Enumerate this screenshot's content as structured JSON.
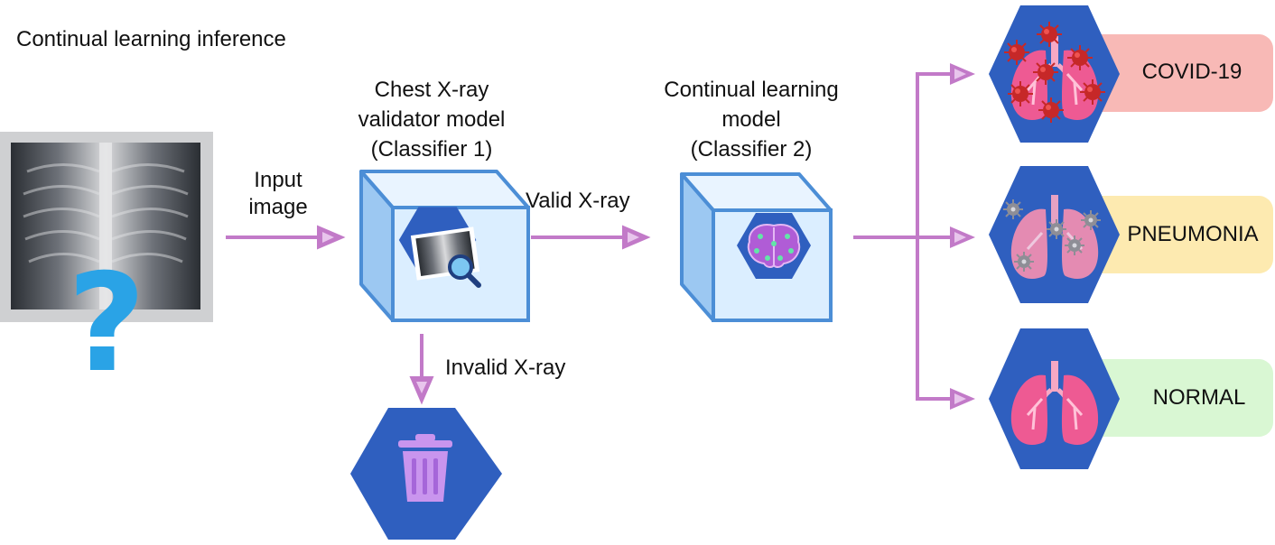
{
  "title": "Continual learning inference",
  "input_label": [
    "Input",
    "image"
  ],
  "validator_title": [
    "Chest X-ray",
    "validator model",
    "(Classifier 1)"
  ],
  "continual_title": [
    "Continual learning",
    "model",
    "(Classifier 2)"
  ],
  "valid_label": "Valid X-ray",
  "invalid_label": "Invalid X-ray",
  "question_mark": "?",
  "outputs": [
    {
      "label": "COVID-19",
      "color": "#f8b9b6"
    },
    {
      "label": "PNEUMONIA",
      "color": "#fdeab0"
    },
    {
      "label": "NORMAL",
      "color": "#d9f7d3"
    }
  ],
  "colors": {
    "arrow": "#c27ac8",
    "hexagon": "#2f5fbf",
    "cube_face": "#dbeeff",
    "cube_side": "#9cc8f2",
    "cube_edge": "#4c8ed6"
  },
  "icons": {
    "xray_image": "chest-xray-image",
    "validator": "xray-magnifier-icon",
    "continual": "ai-brain-icon",
    "trash": "trash-icon",
    "covid": "covid-lungs-icon",
    "pneumonia": "pneumonia-lungs-icon",
    "normal": "healthy-lungs-icon"
  }
}
